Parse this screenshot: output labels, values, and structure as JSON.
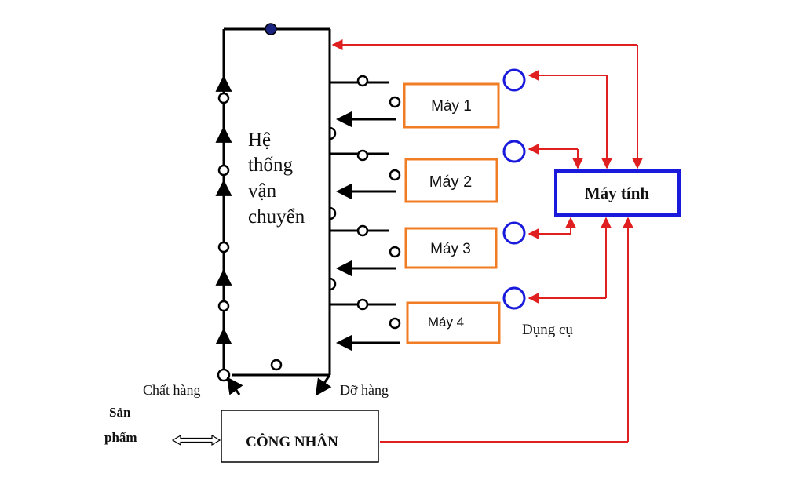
{
  "transport": {
    "label_lines": [
      "Hệ",
      "thống",
      "vận",
      "chuyển"
    ]
  },
  "machines": [
    {
      "label": "Máy 1"
    },
    {
      "label": "Máy 2"
    },
    {
      "label": "Máy 3"
    },
    {
      "label": "Máy 4"
    }
  ],
  "computer": {
    "label": "Máy tính"
  },
  "tool": {
    "label": "Dụng cụ"
  },
  "loading": {
    "label": "Chất hàng"
  },
  "unloading": {
    "label": "Dỡ hàng"
  },
  "product": {
    "label_lines": [
      "Sản",
      "phẩm"
    ]
  },
  "worker": {
    "label": "CÔNG NHÂN"
  },
  "colors": {
    "machine_border": "#f07c24",
    "computer_border": "#1a1adc",
    "tool_circle": "#1a1adc",
    "signal_line": "#e02020",
    "flow_line": "#000000",
    "top_node": "#1a237e"
  }
}
